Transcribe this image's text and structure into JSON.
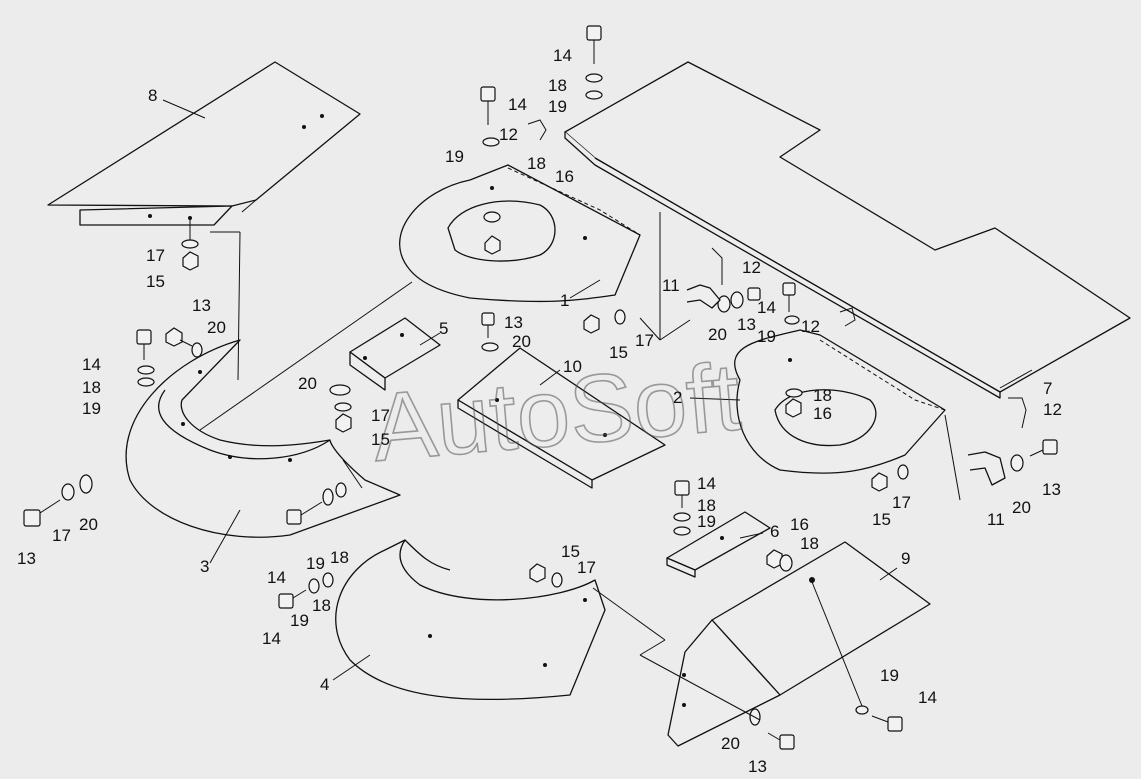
{
  "watermark": "AutoSoft",
  "labels": {
    "p8": "8",
    "p7": "7",
    "p1": "1",
    "p2": "2",
    "p3": "3",
    "p4": "4",
    "p5": "5",
    "p6": "6",
    "p9": "9",
    "p10": "10",
    "p11a": "11",
    "p11b": "11",
    "p12a": "12",
    "p12b": "12",
    "p12c": "12",
    "p12d": "12",
    "p13a": "13",
    "p13b": "13",
    "p13c": "13",
    "p13d": "13",
    "p13e": "13",
    "p13f": "13",
    "p14a": "14",
    "p14b": "14",
    "p14c": "14",
    "p14d": "14",
    "p14e": "14",
    "p14f": "14",
    "p14g": "14",
    "p14h": "14",
    "p15a": "15",
    "p15b": "15",
    "p15c": "15",
    "p15d": "15",
    "p15e": "15",
    "p16a": "16",
    "p16b": "16",
    "p16c": "16",
    "p17a": "17",
    "p17b": "17",
    "p17c": "17",
    "p17d": "17",
    "p17e": "17",
    "p17f": "17",
    "p18a": "18",
    "p18b": "18",
    "p18c": "18",
    "p18d": "18",
    "p18e": "18",
    "p18f": "18",
    "p18g": "18",
    "p18h": "18",
    "p19a": "19",
    "p19b": "19",
    "p19c": "19",
    "p19d": "19",
    "p19e": "19",
    "p19f": "19",
    "p19g": "19",
    "p19h": "19",
    "p20a": "20",
    "p20b": "20",
    "p20c": "20",
    "p20d": "20",
    "p20e": "20",
    "p20f": "20",
    "p20g": "20"
  }
}
